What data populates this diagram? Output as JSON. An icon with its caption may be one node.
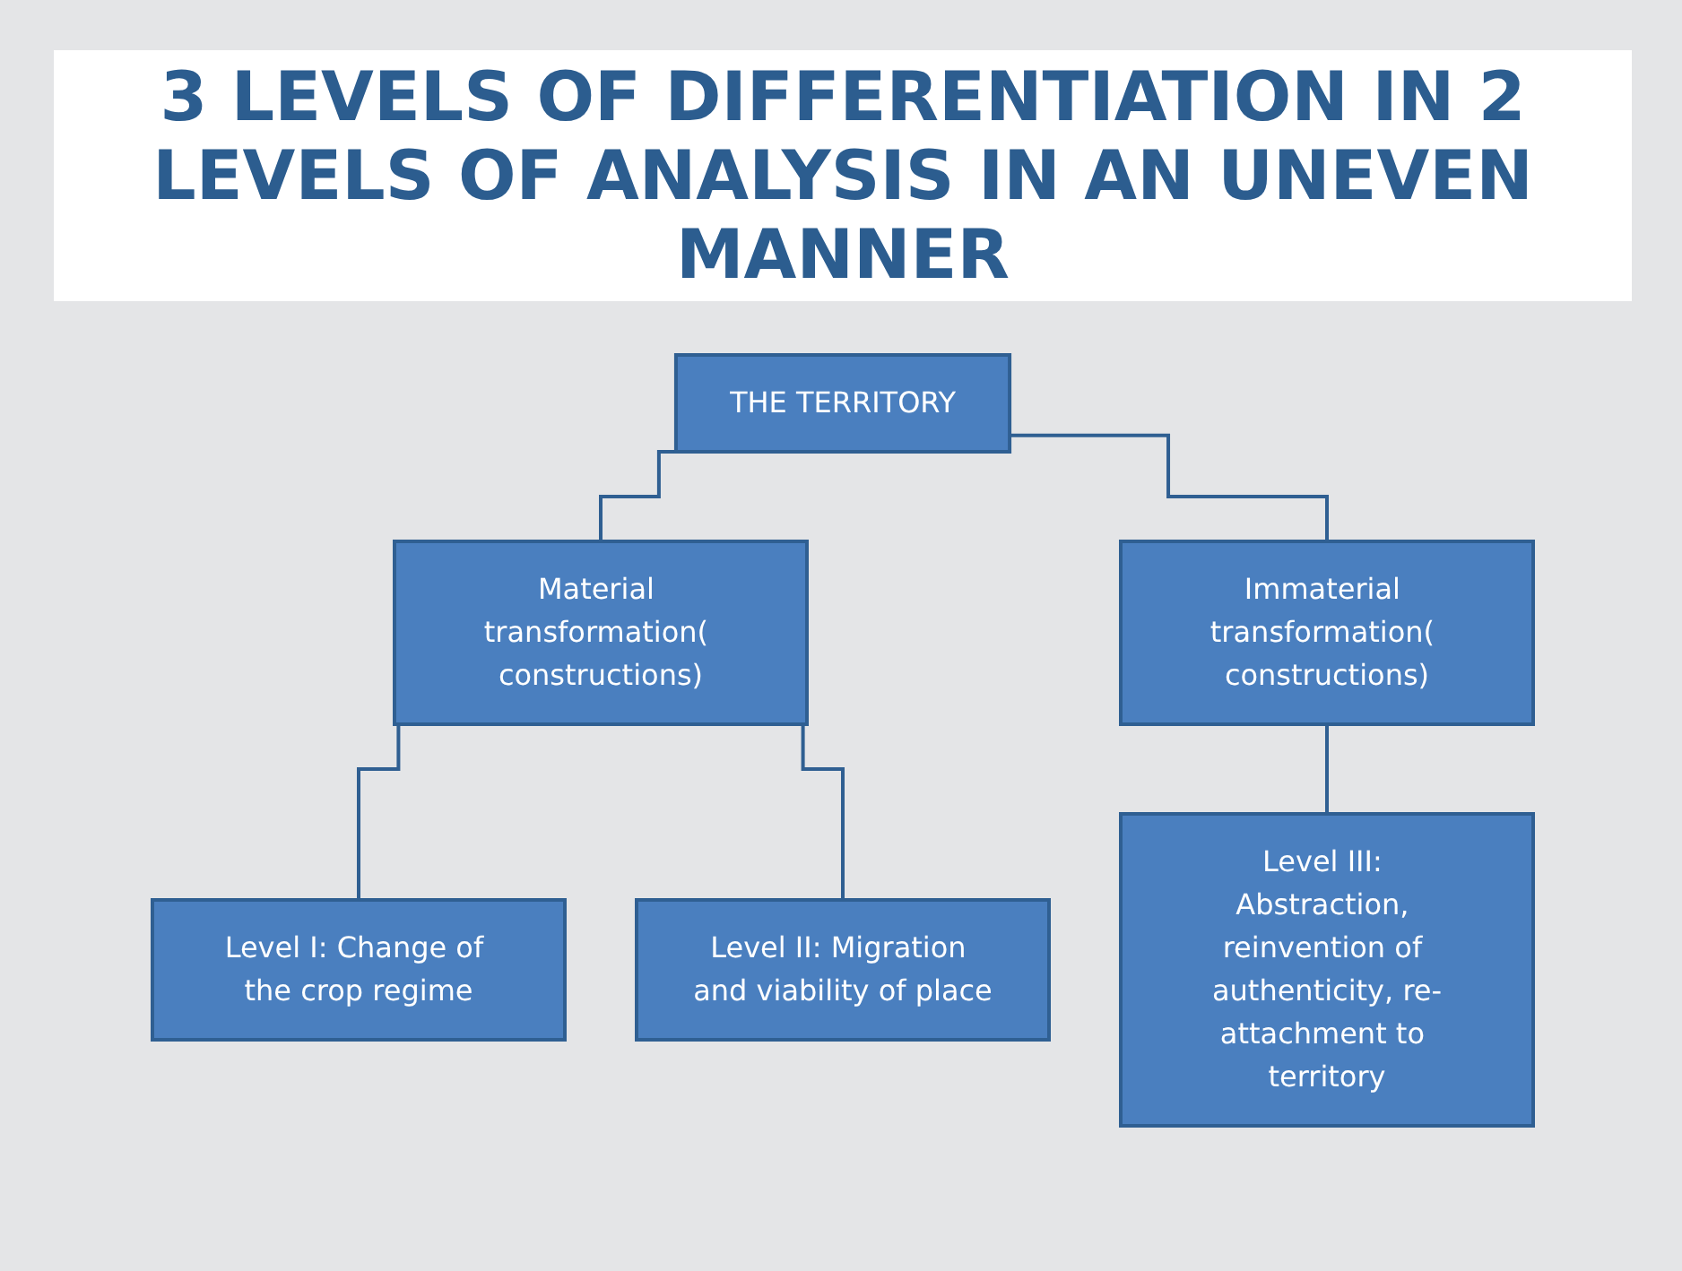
{
  "diagram": {
    "title": "3 LEVELS OF DIFFERENTIATION IN 2 LEVELS OF ANALYSIS IN AN UNEVEN MANNER",
    "nodes": [
      {
        "text": [
          "THE TERRITORY"
        ]
      },
      {
        "text": [
          "Material transformation( constructions)"
        ]
      },
      {
        "text": [
          "Immaterial transformation( constructions)"
        ]
      },
      {
        "text": [
          "Level I: Change of the crop regime"
        ]
      },
      {
        "text": [
          "Level II: Migration and viability of place"
        ]
      },
      {
        "text": [
          "Level III: Abstraction, reinvention of authenticity, re-attachment to territory"
        ]
      }
    ],
    "edges": [
      {
        "from": 0,
        "to": 1,
        "arrow": "none"
      },
      {
        "from": 0,
        "to": 2,
        "arrow": "none"
      },
      {
        "from": 1,
        "to": 3,
        "arrow": "none"
      },
      {
        "from": 1,
        "to": 4,
        "arrow": "none"
      },
      {
        "from": 2,
        "to": 5,
        "arrow": "none"
      }
    ]
  }
}
